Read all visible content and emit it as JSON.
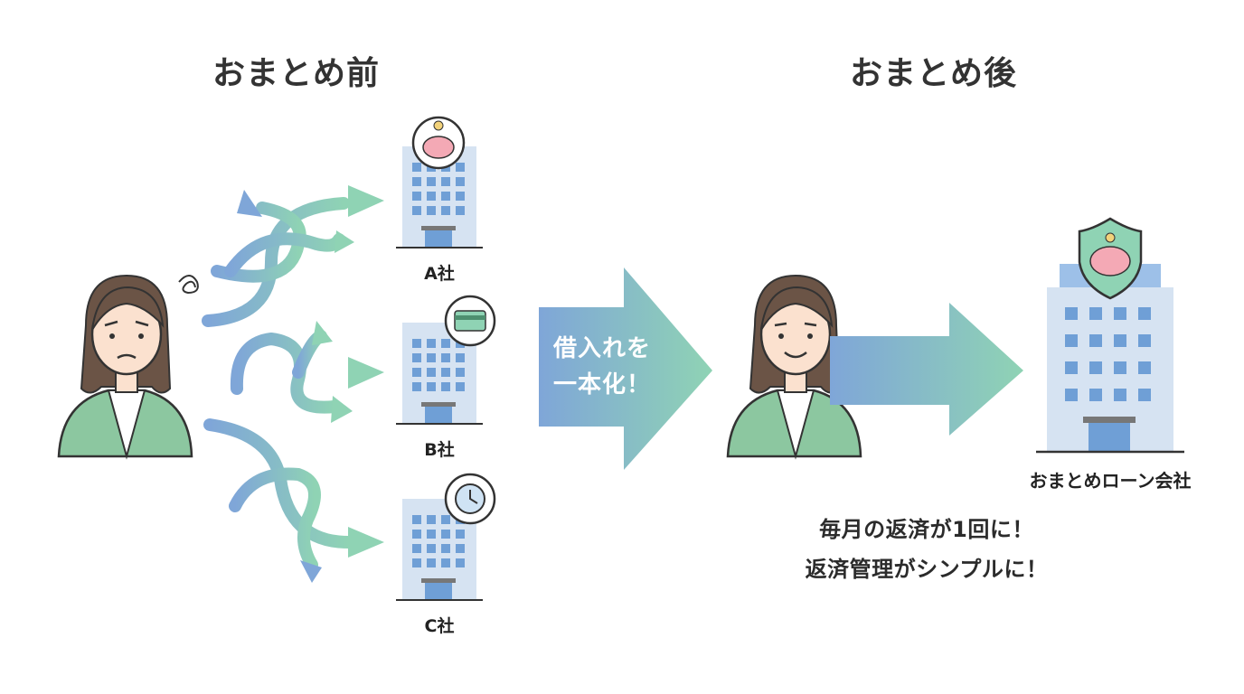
{
  "before": {
    "title": "おまとめ前",
    "companies": [
      {
        "label": "A社",
        "icon": "piggy-bank-icon"
      },
      {
        "label": "B社",
        "icon": "credit-card-icon"
      },
      {
        "label": "C社",
        "icon": "clock-icon"
      }
    ]
  },
  "center_arrow": {
    "line1": "借入れを",
    "line2": "一本化！"
  },
  "after": {
    "title": "おまとめ後",
    "company_label": "おまとめローン会社",
    "company_icon": "shield-piggy-bank-icon",
    "benefits": [
      "毎月の返済が1回に！",
      "返済管理がシンプルに！"
    ]
  },
  "colors": {
    "arrow_blue": "#7fa6d8",
    "arrow_green": "#8fd3b4",
    "building": "#d6e3f2",
    "window": "#6f9fd6",
    "jacket": "#8cc7a0",
    "hair": "#6b5446",
    "piggy": "#f4a9b5"
  }
}
